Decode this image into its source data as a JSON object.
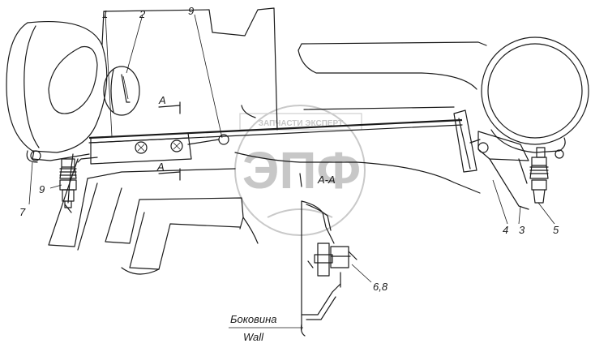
{
  "callouts": {
    "c1": "1",
    "c2": "2",
    "c9_top": "9",
    "c9_left": "9",
    "c7": "7",
    "c4": "4",
    "c3": "3",
    "c5": "5",
    "c68": "6,8",
    "section_a_top": "A",
    "section_a_bottom": "A",
    "section_aa": "A-A"
  },
  "labels": {
    "wall_ru": "Боковина",
    "wall_en": "Wall"
  },
  "watermark": {
    "logo_text": "ЭПФ",
    "banner_text": "ЗАПЧАСТИ ЭКСПЕРТ",
    "color": "#c7c7c7"
  }
}
